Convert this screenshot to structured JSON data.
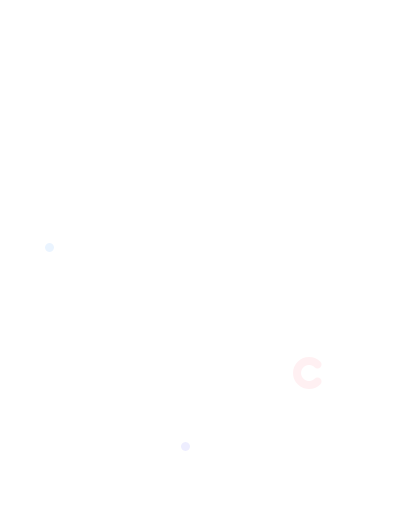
{
  "screen": {
    "background": "#ffffff",
    "decorations": [
      {
        "name": "blue-dot",
        "color": "#eaf4ff"
      },
      {
        "name": "lavender-dot",
        "color": "#eeeeff"
      },
      {
        "name": "pink-partial-ring",
        "color": "#fff0f2"
      }
    ]
  }
}
